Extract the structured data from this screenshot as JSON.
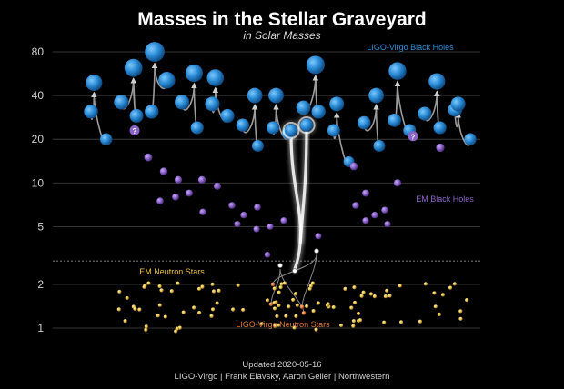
{
  "chart_data": {
    "type": "scatter",
    "title": "Masses in the Stellar Graveyard",
    "subtitle": "in Solar Masses",
    "y_scale": "log",
    "ylim": [
      0.85,
      110
    ],
    "y_ticks": [
      "80",
      "40",
      "20",
      "10",
      "5",
      "2",
      "1"
    ],
    "grid": true,
    "colors": {
      "ligo_black_holes": "#2f8fd6",
      "em_black_holes": "#8a62c8",
      "em_neutron_stars": "#e8c24a",
      "ligo_neutron_stars": "#e07a3a"
    },
    "series": [
      {
        "name": "LIGO-Virgo Black Holes",
        "mergers": [
          {
            "m1": 31,
            "m2": 20,
            "final": 49
          },
          {
            "m1": 36,
            "m2": 29,
            "final": 62
          },
          {
            "m1": 31,
            "m2": 51,
            "final": 80
          },
          {
            "m1": 36,
            "m2": 24,
            "final": 57
          },
          {
            "m1": 35,
            "m2": 29,
            "final": 53
          },
          {
            "m1": 25,
            "m2": 18,
            "final": 40
          },
          {
            "m1": 24,
            "m2": 22,
            "final": 40
          },
          {
            "m1": 33,
            "m2": 31,
            "final": 65
          },
          {
            "m1": 23,
            "m2": 14,
            "final": 35
          },
          {
            "m1": 26,
            "m2": 18,
            "final": 40
          },
          {
            "m1": 27,
            "m2": 23,
            "final": 59
          },
          {
            "m1": 30,
            "m2": 24,
            "final": 50
          },
          {
            "m1": 32,
            "m2": 20,
            "final": 35
          }
        ],
        "unknown_mass_points": [
          23,
          21
        ]
      },
      {
        "name": "EM Black Holes",
        "masses": [
          15,
          12,
          10.5,
          10.5,
          9.5,
          8.5,
          8,
          7.5,
          7,
          6.8,
          6.3,
          6,
          5.5,
          5.2,
          5,
          4.8,
          4.3,
          3.2,
          17.5,
          13,
          10,
          8.5,
          7,
          6.5,
          6,
          5.5,
          5.2
        ]
      },
      {
        "name": "EM Neutron Stars",
        "range": [
          0.95,
          2.05
        ],
        "count": 100
      },
      {
        "name": "LIGO-Virgo Neutron Stars",
        "mergers": [
          {
            "m1": 1.46,
            "m2": 1.27,
            "final": 2.7
          },
          {
            "m1": 2.0,
            "m2": 1.4,
            "final": 3.4
          }
        ]
      }
    ],
    "legend_labels": {
      "ligo_black_holes": "LIGO-Virgo Black Holes",
      "em_black_holes": "EM Black Holes",
      "em_neutron_stars": "EM Neutron Stars",
      "ligo_neutron_stars": "LIGO-Virgo Neutron Stars"
    },
    "unknown_marker_text": "?",
    "dashed_separator_mass": 2.9
  },
  "footer": {
    "updated": "Updated 2020-05-16",
    "credits": "LIGO-Virgo | Frank Elavsky, Aaron Geller | Northwestern"
  }
}
